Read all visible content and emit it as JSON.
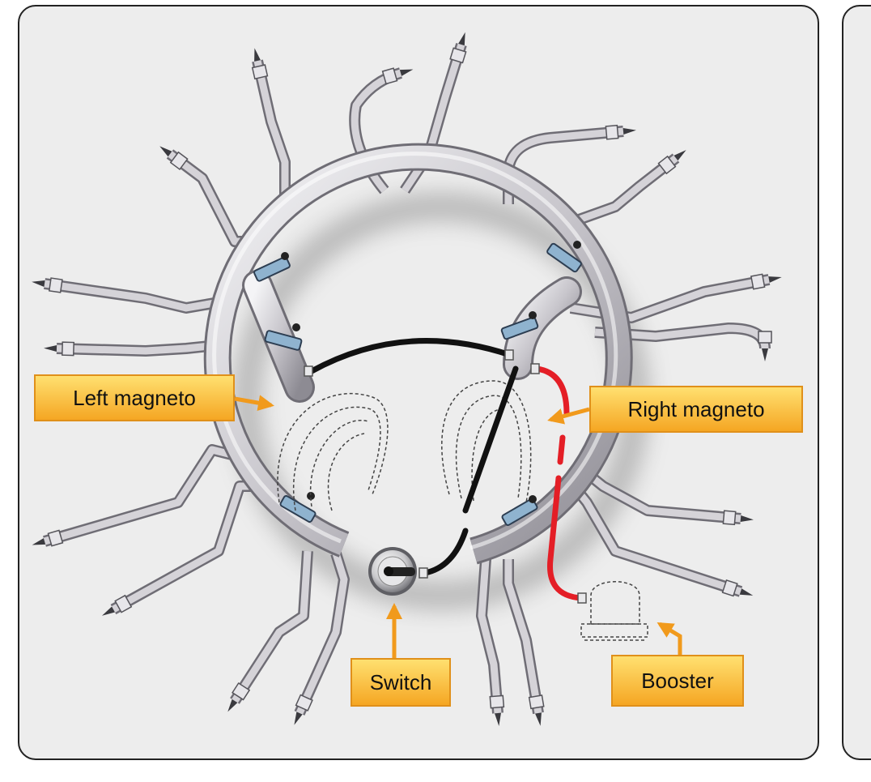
{
  "labels": {
    "left_magneto": "Left magneto",
    "right_magneto": "Right magneto",
    "switch": "Switch",
    "booster": "Booster"
  },
  "colors": {
    "panel_bg": "#ededed",
    "callout_fill": "#f5a623",
    "callout_arrow": "#f19a1c",
    "wire_ground": "#111111",
    "wire_booster": "#e41e26",
    "harness_metal": "#c4c2c6"
  }
}
